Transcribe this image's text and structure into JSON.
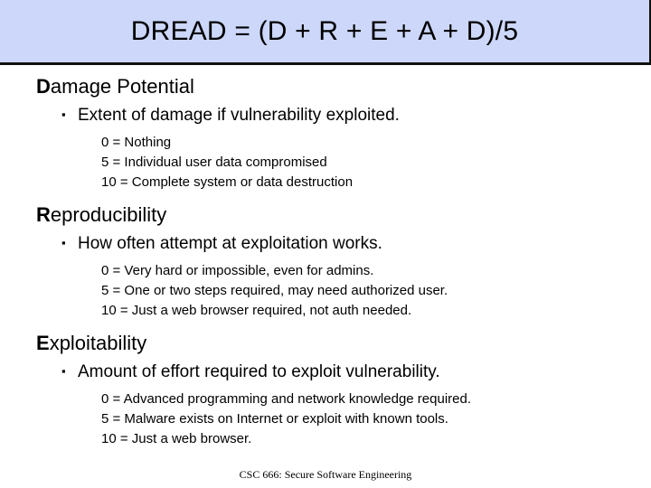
{
  "slide": {
    "title": "DREAD = (D + R + E + A + D)/5",
    "title_bg_color": "#ccd7fa",
    "title_border_color": "#111111",
    "background_color": "#ffffff",
    "text_color": "#000000",
    "bullet_marker": "▪",
    "sections": [
      {
        "heading_cap": "D",
        "heading_rest": "amage Potential",
        "bullet": "Extent of damage if vulnerability exploited.",
        "details": [
          "0 = Nothing",
          "5 = Individual user data compromised",
          "10 = Complete system or data destruction"
        ]
      },
      {
        "heading_cap": "R",
        "heading_rest": "eproducibility",
        "bullet": "How often attempt at exploitation works.",
        "details": [
          "0 = Very hard or impossible, even for admins.",
          "5 = One or two steps required, may need authorized user.",
          "10 = Just a web browser required, not auth needed."
        ]
      },
      {
        "heading_cap": "E",
        "heading_rest": "xploitability",
        "bullet": "Amount of effort required to exploit vulnerability.",
        "details": [
          "0 = Advanced programming and network knowledge required.",
          "5 = Malware exists on Internet or exploit with known tools.",
          "10 = Just a web browser."
        ]
      }
    ]
  },
  "footer": {
    "text": "CSC 666: Secure Software Engineering"
  }
}
